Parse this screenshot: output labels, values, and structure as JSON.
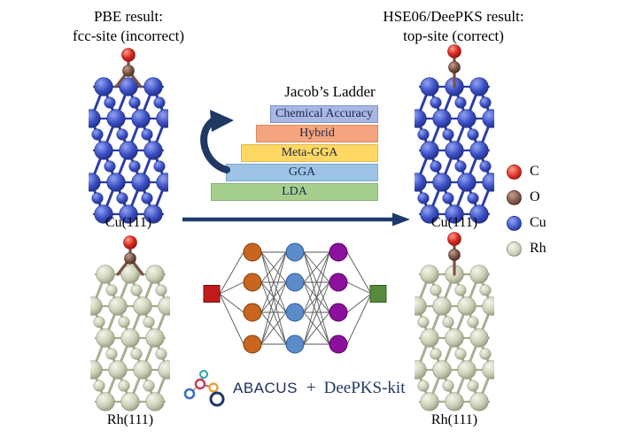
{
  "header_left": {
    "line1": "PBE result:",
    "line2": "fcc-site (incorrect)"
  },
  "header_right": {
    "line1": "HSE06/DeePKS result:",
    "line2": "top-site (correct)"
  },
  "ladder": {
    "title": "Jacob’s Ladder",
    "rungs": [
      {
        "label": "Chemical Accuracy",
        "fill": "#a9b7e4",
        "border": "#7f91c6"
      },
      {
        "label": "Hybrid",
        "fill": "#f4a57f",
        "border": "#d98a61"
      },
      {
        "label": "Meta-GGA",
        "fill": "#ffd763",
        "border": "#dcb94e"
      },
      {
        "label": "GGA",
        "fill": "#9dc3e6",
        "border": "#7ea7cf"
      },
      {
        "label": "LDA",
        "fill": "#a6cf8e",
        "border": "#87b270"
      }
    ]
  },
  "slabs": {
    "top_left": {
      "label": "Cu(111)",
      "metal": "Cu",
      "site": "fcc"
    },
    "bottom_left": {
      "label": "Rh(111)",
      "metal": "Rh",
      "site": "fcc"
    },
    "top_right": {
      "label": "Cu(111)",
      "metal": "Cu",
      "site": "top"
    },
    "bottom_right": {
      "label": "Rh(111)",
      "metal": "Rh",
      "site": "top"
    }
  },
  "elements": {
    "C": {
      "base": "#d5281e",
      "light": "#ff9a8e",
      "dark": "#8a120a"
    },
    "O": {
      "base": "#7b5244",
      "light": "#c5a08c",
      "dark": "#41281d"
    },
    "Cu": {
      "base": "#3c50c5",
      "light": "#93a4f2",
      "dark": "#1c2a7e",
      "bond": "#2b3da6"
    },
    "Rh": {
      "base": "#ccd1b8",
      "light": "#f4f6ea",
      "dark": "#8e9378",
      "bond": "#a8ae93"
    }
  },
  "legend": {
    "items": [
      {
        "element": "C",
        "label": "C"
      },
      {
        "element": "O",
        "label": "O"
      },
      {
        "element": "Cu",
        "label": "Cu"
      },
      {
        "element": "Rh",
        "label": "Rh"
      }
    ]
  },
  "network": {
    "nodes_per_layer": 4,
    "layer_colors": [
      "#c8651f",
      "#5b8bc9",
      "#8d0f9e"
    ],
    "layer_strokes": [
      "#7e3d0f",
      "#2e5c99",
      "#550560"
    ],
    "input_color": "#c11b1b",
    "input_stroke": "#7a0c0c",
    "output_color": "#568a3c",
    "output_stroke": "#375c24",
    "edge_color": "#555555"
  },
  "arrows": {
    "color": "#1e3a6d"
  },
  "footer": {
    "abacus": "ABACUS",
    "plus": "+",
    "deepks": "DeePKS-kit"
  }
}
